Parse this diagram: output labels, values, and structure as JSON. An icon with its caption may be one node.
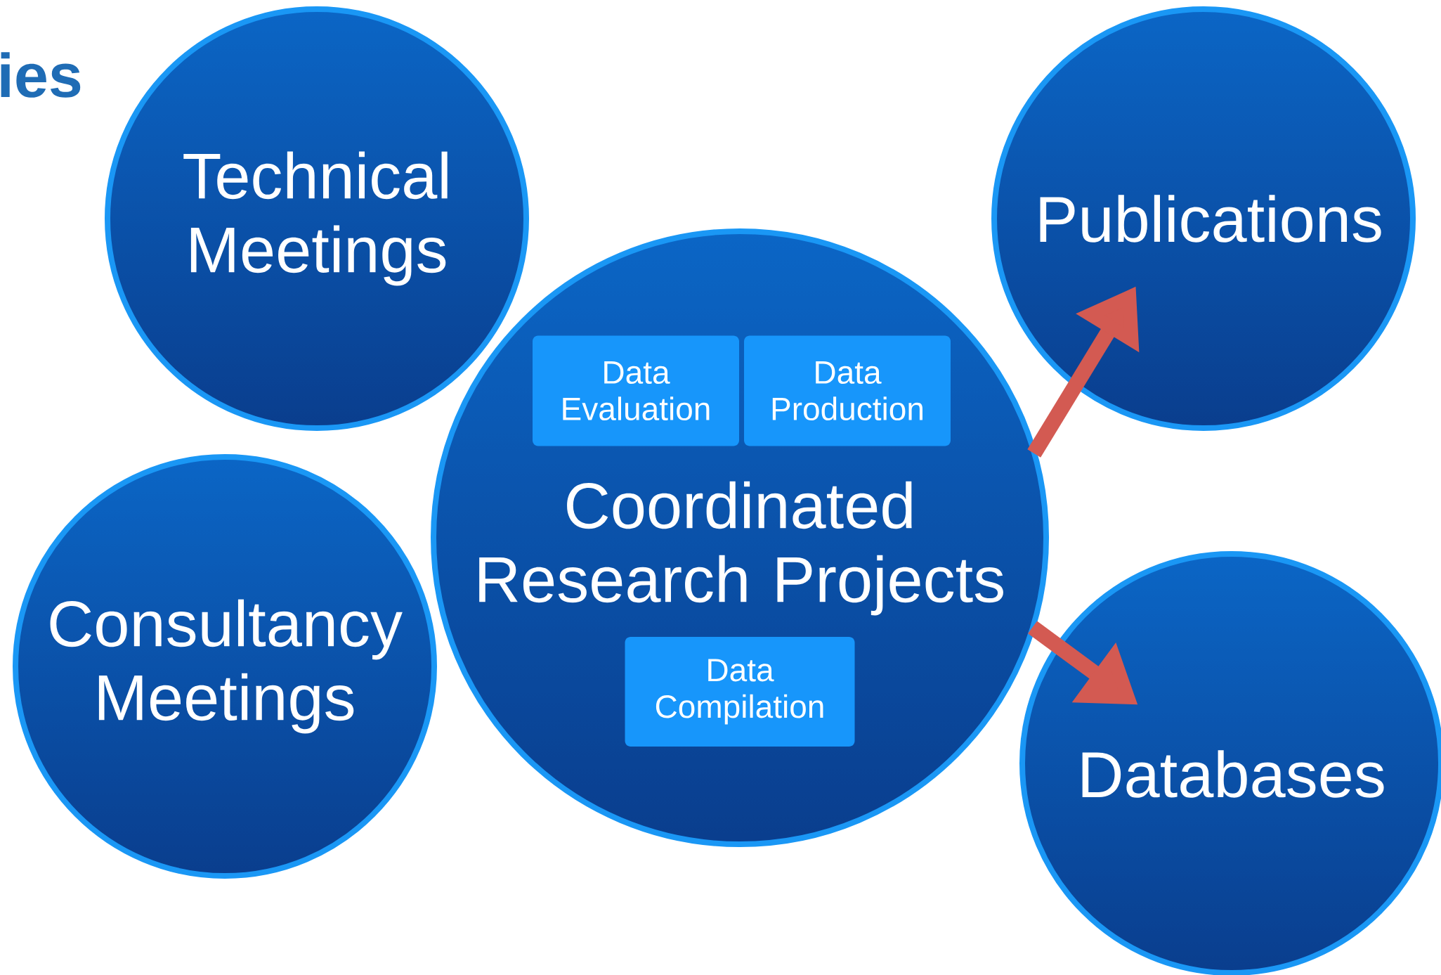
{
  "diagram": {
    "title": "ies",
    "nodes": [
      {
        "text": [
          "Technical Meetings"
        ]
      },
      {
        "text": [
          "Publications"
        ]
      },
      {
        "text": [
          "Coordinated Research Projects"
        ]
      },
      {
        "text": [
          "Data Evaluation"
        ],
        "in": 2
      },
      {
        "text": [
          "Data Production"
        ],
        "in": 2
      },
      {
        "text": [
          "Data Compilation"
        ],
        "in": 2
      },
      {
        "text": [
          "Consultancy Meetings"
        ]
      },
      {
        "text": [
          "Databases"
        ]
      }
    ],
    "edges": [
      {
        "from": 2,
        "to": 1,
        "arrow": "to"
      },
      {
        "from": 2,
        "to": 7,
        "arrow": "to"
      }
    ]
  }
}
